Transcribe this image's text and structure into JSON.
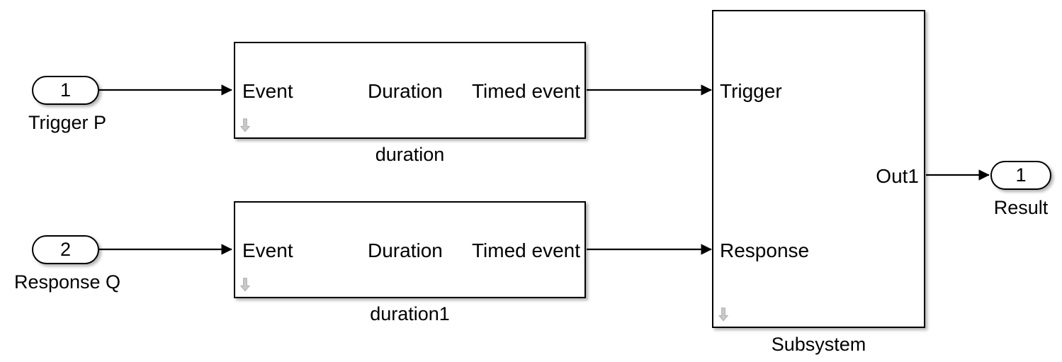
{
  "diagram": {
    "title": "Simulink block diagram",
    "background_color": "#ffffff",
    "line_color": "#000000",
    "badge_color": "#b5b5b5"
  },
  "inports": [
    {
      "name": "trigger-p",
      "number": "1",
      "caption": "Trigger P"
    },
    {
      "name": "response-q",
      "number": "2",
      "caption": "Response Q"
    }
  ],
  "duration_blocks": [
    {
      "name": "duration",
      "caption": "duration",
      "input_label": "Event",
      "mid_label": "Duration",
      "output_label": "Timed event",
      "badge": "down-arrow"
    },
    {
      "name": "duration1",
      "caption": "duration1",
      "input_label": "Event",
      "mid_label": "Duration",
      "output_label": "Timed event",
      "badge": "down-arrow"
    }
  ],
  "subsystem": {
    "caption": "Subsystem",
    "inputs": [
      "Trigger",
      "Response"
    ],
    "outputs": [
      "Out1"
    ],
    "badge": "down-arrow"
  },
  "outports": [
    {
      "name": "result",
      "number": "1",
      "caption": "Result"
    }
  ]
}
